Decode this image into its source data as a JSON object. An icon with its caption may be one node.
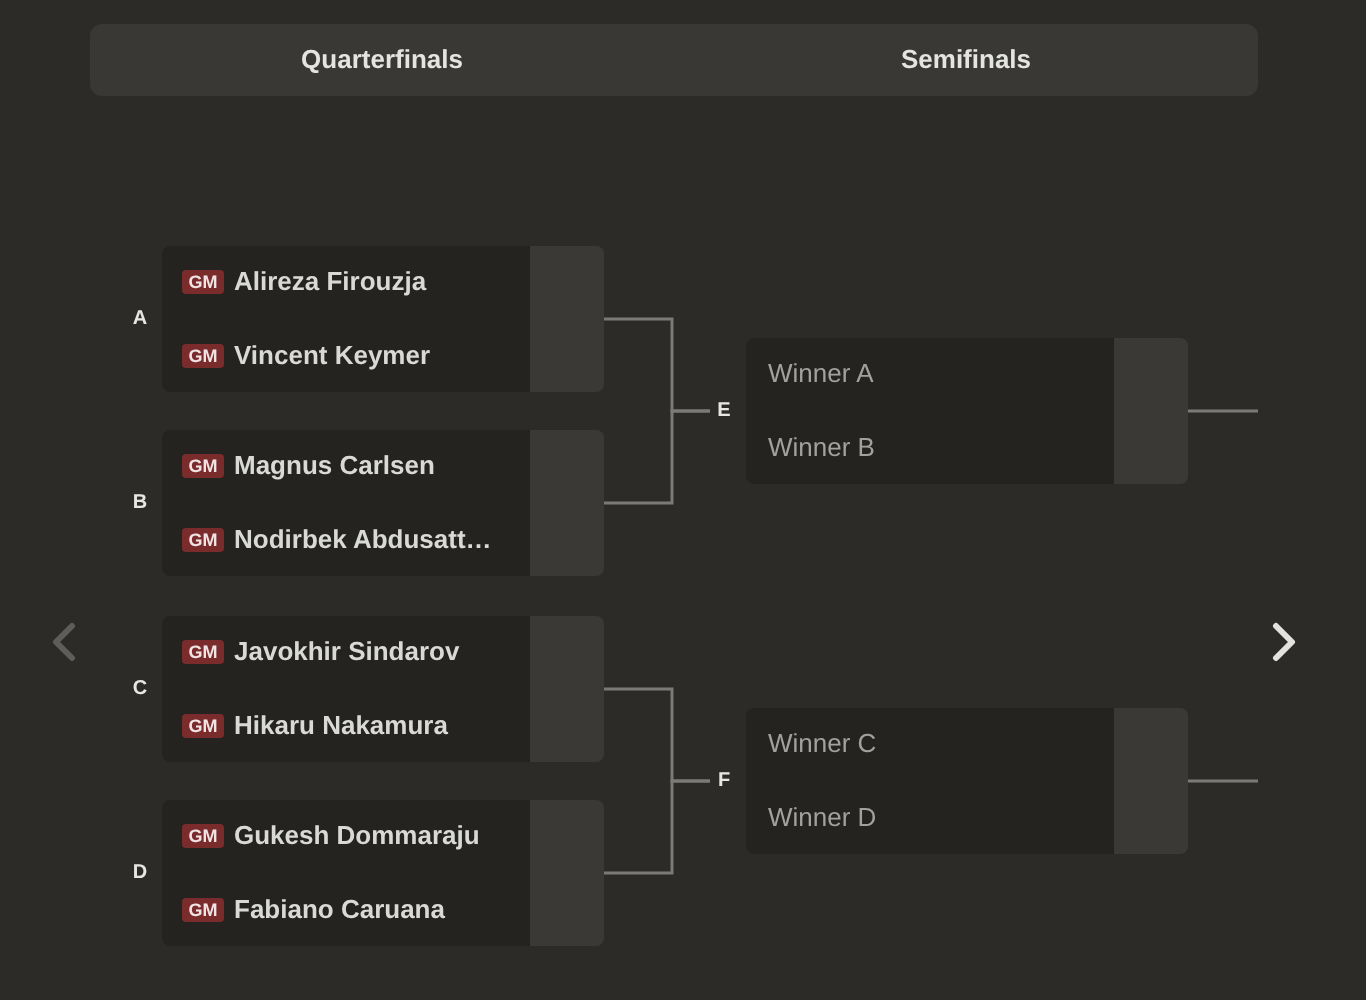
{
  "diagram": {
    "nodes": [
      {
        "text": [
          "Quarterfinals",
          "Semifinals"
        ]
      },
      {
        "text": [
          "Alireza Firouzja",
          "Vincent Keymer"
        ],
        "beside": [
          "A"
        ]
      },
      {
        "text": [
          "GM"
        ],
        "in": 1
      },
      {
        "text": [
          "GM"
        ],
        "in": 1
      },
      {
        "text": [
          "Magnus Carlsen",
          "Nodirbek Abdusatt…"
        ],
        "beside": [
          "B"
        ]
      },
      {
        "text": [
          "GM"
        ],
        "in": 4
      },
      {
        "text": [
          "GM"
        ],
        "in": 4
      },
      {
        "text": [
          "Javokhir Sindarov",
          "Hikaru Nakamura"
        ],
        "beside": [
          "C"
        ]
      },
      {
        "text": [
          "GM"
        ],
        "in": 7
      },
      {
        "text": [
          "GM"
        ],
        "in": 7
      },
      {
        "text": [
          "Gukesh Dommaraju",
          "Fabiano Caruana"
        ],
        "beside": [
          "D"
        ]
      },
      {
        "text": [
          "GM"
        ],
        "in": 10
      },
      {
        "text": [
          "GM"
        ],
        "in": 10
      },
      {
        "text": [
          "Winner A",
          "Winner B"
        ],
        "beside": [
          "E"
        ]
      },
      {
        "text": [
          "Winner C",
          "Winner D"
        ],
        "beside": [
          "F"
        ]
      }
    ],
    "edges": [
      {
        "from": 1,
        "to": 13,
        "arrow": "none"
      },
      {
        "from": 4,
        "to": 13,
        "arrow": "none"
      },
      {
        "from": 7,
        "to": 14,
        "arrow": "none"
      },
      {
        "from": 10,
        "to": 14,
        "arrow": "none"
      },
      {
        "from": 13,
        "to": null,
        "arrow": "none"
      },
      {
        "from": 14,
        "to": null,
        "arrow": "none"
      }
    ]
  }
}
